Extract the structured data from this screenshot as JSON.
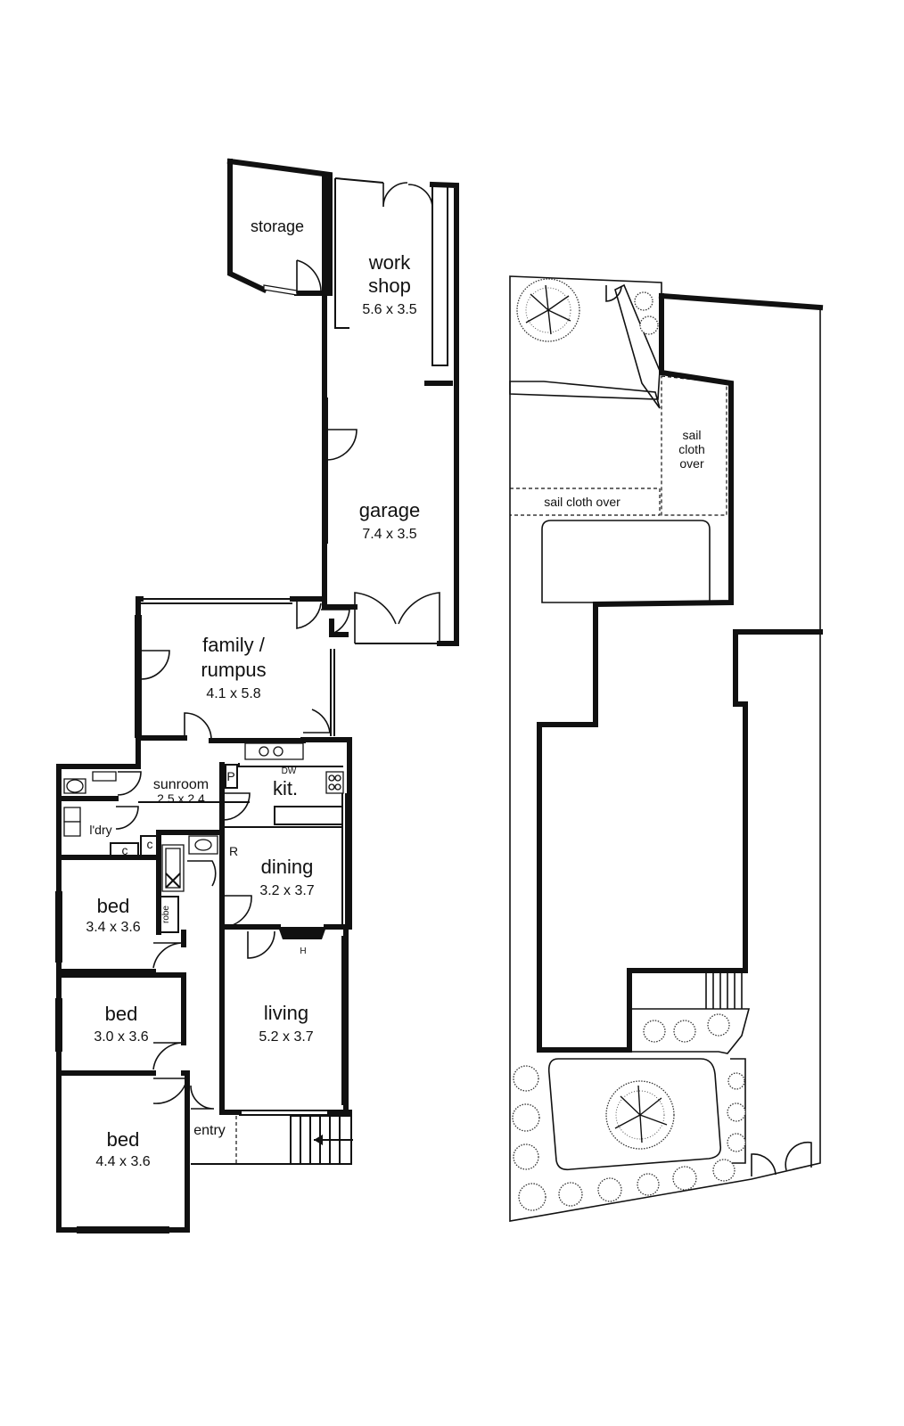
{
  "rooms": {
    "storage": {
      "name": "storage"
    },
    "workshop": {
      "name_line1": "work",
      "name_line2": "shop",
      "dims": "5.6 x 3.5"
    },
    "garage": {
      "name": "garage",
      "dims": "7.4 x 3.5"
    },
    "family": {
      "name_line1": "family /",
      "name_line2": "rumpus",
      "dims": "4.1 x 5.8"
    },
    "sunroom": {
      "name": "sunroom",
      "dims": "2.5 x 2.4"
    },
    "kitchen": {
      "name": "kit.",
      "dw": "DW",
      "pantry": "P"
    },
    "laundry": {
      "name": "l'dry",
      "cupboard1": "c",
      "cupboard2": "c"
    },
    "dining": {
      "name": "dining",
      "dims": "3.2 x 3.7",
      "robe_r": "R"
    },
    "robe": {
      "name": "robe"
    },
    "bed1": {
      "name": "bed",
      "dims": "3.4 x 3.6"
    },
    "bed2": {
      "name": "bed",
      "dims": "3.0 x 3.6"
    },
    "bed3": {
      "name": "bed",
      "dims": "4.4 x 3.6"
    },
    "living": {
      "name": "living",
      "dims": "5.2 x 3.7",
      "heater": "H"
    },
    "entry": {
      "name": "entry"
    }
  },
  "site": {
    "sail_cloth_side_line1": "sail",
    "sail_cloth_side_line2": "cloth",
    "sail_cloth_side_line3": "over",
    "sail_cloth_bottom": "sail cloth over"
  }
}
